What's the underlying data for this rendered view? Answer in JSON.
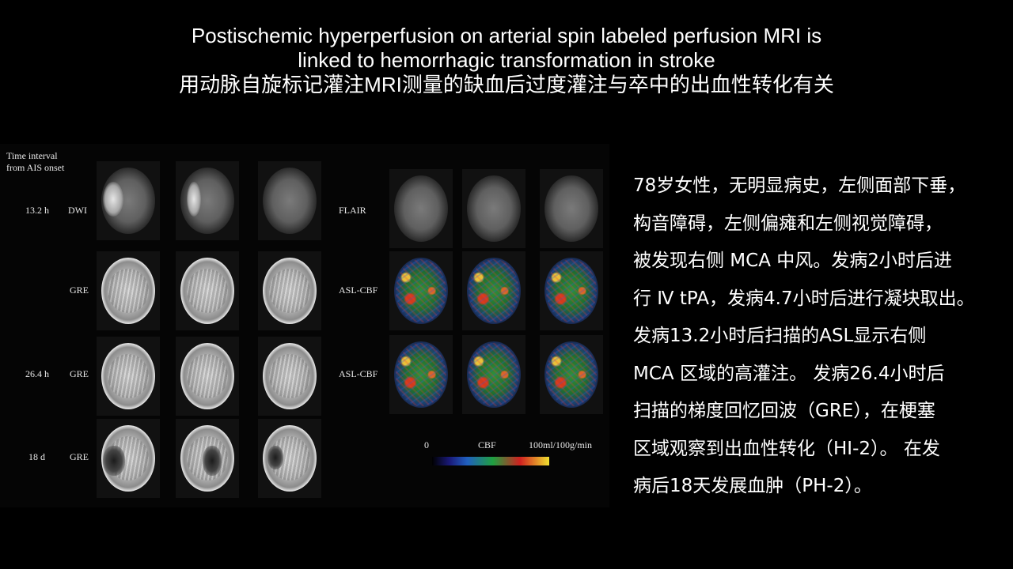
{
  "title": {
    "line1": "Postischemic hyperperfusion on arterial spin labeled perfusion MRI is",
    "line2": "linked to hemorrhagic transformation in stroke",
    "line3": "用动脉自旋标记灌注MRI测量的缺血后过度灌注与卒中的出血性转化有关"
  },
  "figure": {
    "header_line1": "Time interval",
    "header_line2": "from AIS onset",
    "rows": [
      {
        "time": "13.2  h",
        "seq": "DWI",
        "right_seq": "FLAIR"
      },
      {
        "time": "",
        "seq": "GRE",
        "right_seq": "ASL-CBF"
      },
      {
        "time": "26.4  h",
        "seq": "GRE",
        "right_seq": "ASL-CBF"
      },
      {
        "time": "18  d",
        "seq": "GRE",
        "right_seq": ""
      }
    ],
    "colorbar": {
      "min_label": "0",
      "mid_label": "CBF",
      "max_label": "100ml/100g/min"
    }
  },
  "description": [
    "78岁女性，无明显病史，左侧面部下垂，",
    "构音障碍，左侧偏瘫和左侧视觉障碍，",
    "被发现右侧 MCA 中风。发病2小时后进",
    "行 Ⅳ tPA，发病4.7小时后进行凝块取出。",
    "发病13.2小时后扫描的ASL显示右侧",
    "MCA 区域的高灌注。 发病26.4小时后",
    "扫描的梯度回忆回波（GRE），在梗塞",
    "区域观察到出血性转化（HI-2）。 在发",
    "病后18天发展血肿（PH-2）。"
  ]
}
